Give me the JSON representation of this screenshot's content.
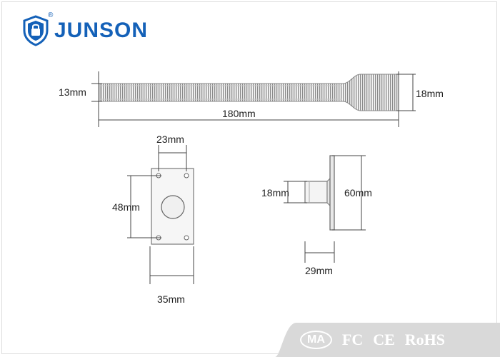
{
  "brand": {
    "name": "JUNSON",
    "registered_mark": "®",
    "color": "#1461b8",
    "logo_icon": "shield-lock-icon"
  },
  "dimensions": {
    "hose_left_diameter": "13mm",
    "hose_length": "180mm",
    "hose_right_diameter": "18mm",
    "plate_hole_spacing": "23mm",
    "plate_height": "48mm",
    "plate_width": "35mm",
    "side_tube_diameter": "18mm",
    "side_flange_height": "60mm",
    "side_depth": "29mm"
  },
  "certifications": [
    "MA",
    "FC",
    "CE",
    "RoHS"
  ],
  "footer_color": "#d9d9d9"
}
